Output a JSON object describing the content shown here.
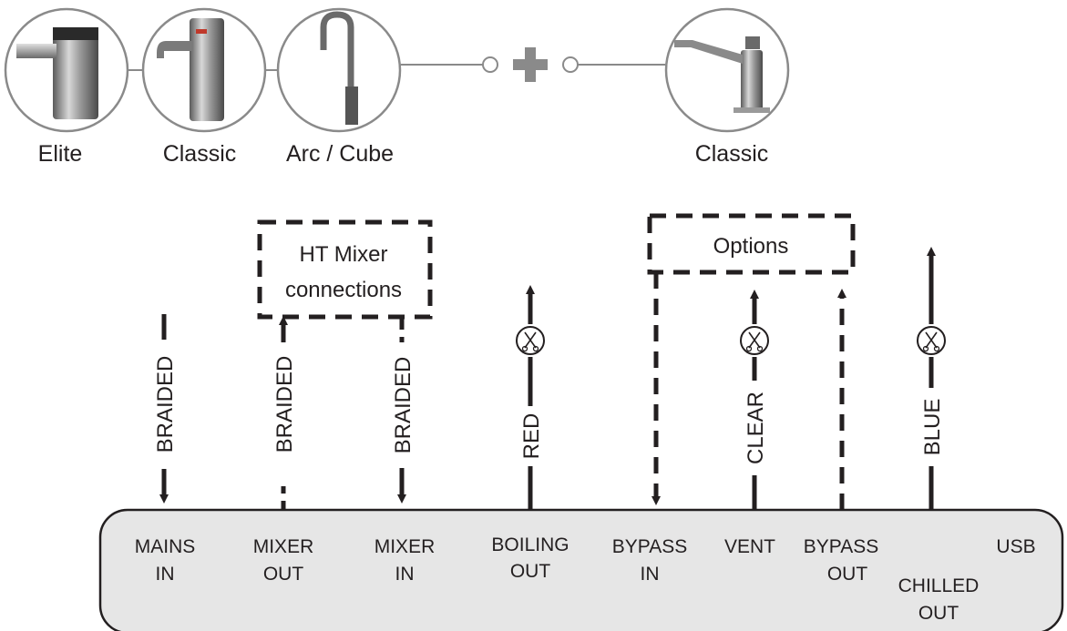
{
  "taps": [
    {
      "label": "Elite",
      "icon": "elite-tap-icon"
    },
    {
      "label": "Classic",
      "icon": "classic-tap-icon"
    },
    {
      "label": "Arc / Cube",
      "icon": "arc-tap-icon"
    },
    {
      "label": "Classic",
      "icon": "mixer-tap-icon"
    }
  ],
  "boxes": {
    "mixer": [
      "HT Mixer",
      "connections"
    ],
    "options": "Options"
  },
  "pipes": {
    "mains": "BRAIDED",
    "mixer_out": "BRAIDED",
    "mixer_in": "BRAIDED",
    "boiling": "RED",
    "vent": "CLEAR",
    "chilled": "BLUE"
  },
  "ports": {
    "mains_in": [
      "MAINS",
      "IN"
    ],
    "mixer_out": [
      "MIXER",
      "OUT"
    ],
    "mixer_in": [
      "MIXER",
      "IN"
    ],
    "boiling_out": [
      "BOILING",
      "OUT"
    ],
    "bypass_in": [
      "BYPASS",
      "IN"
    ],
    "vent": "VENT",
    "bypass_out": [
      "BYPASS",
      "OUT"
    ],
    "usb": "USB",
    "chilled_out": [
      "CHILLED",
      "OUT"
    ]
  },
  "colors": {
    "line": "#231f20",
    "circle": "#8a8a8a",
    "panel_fill": "#e6e6e6"
  }
}
